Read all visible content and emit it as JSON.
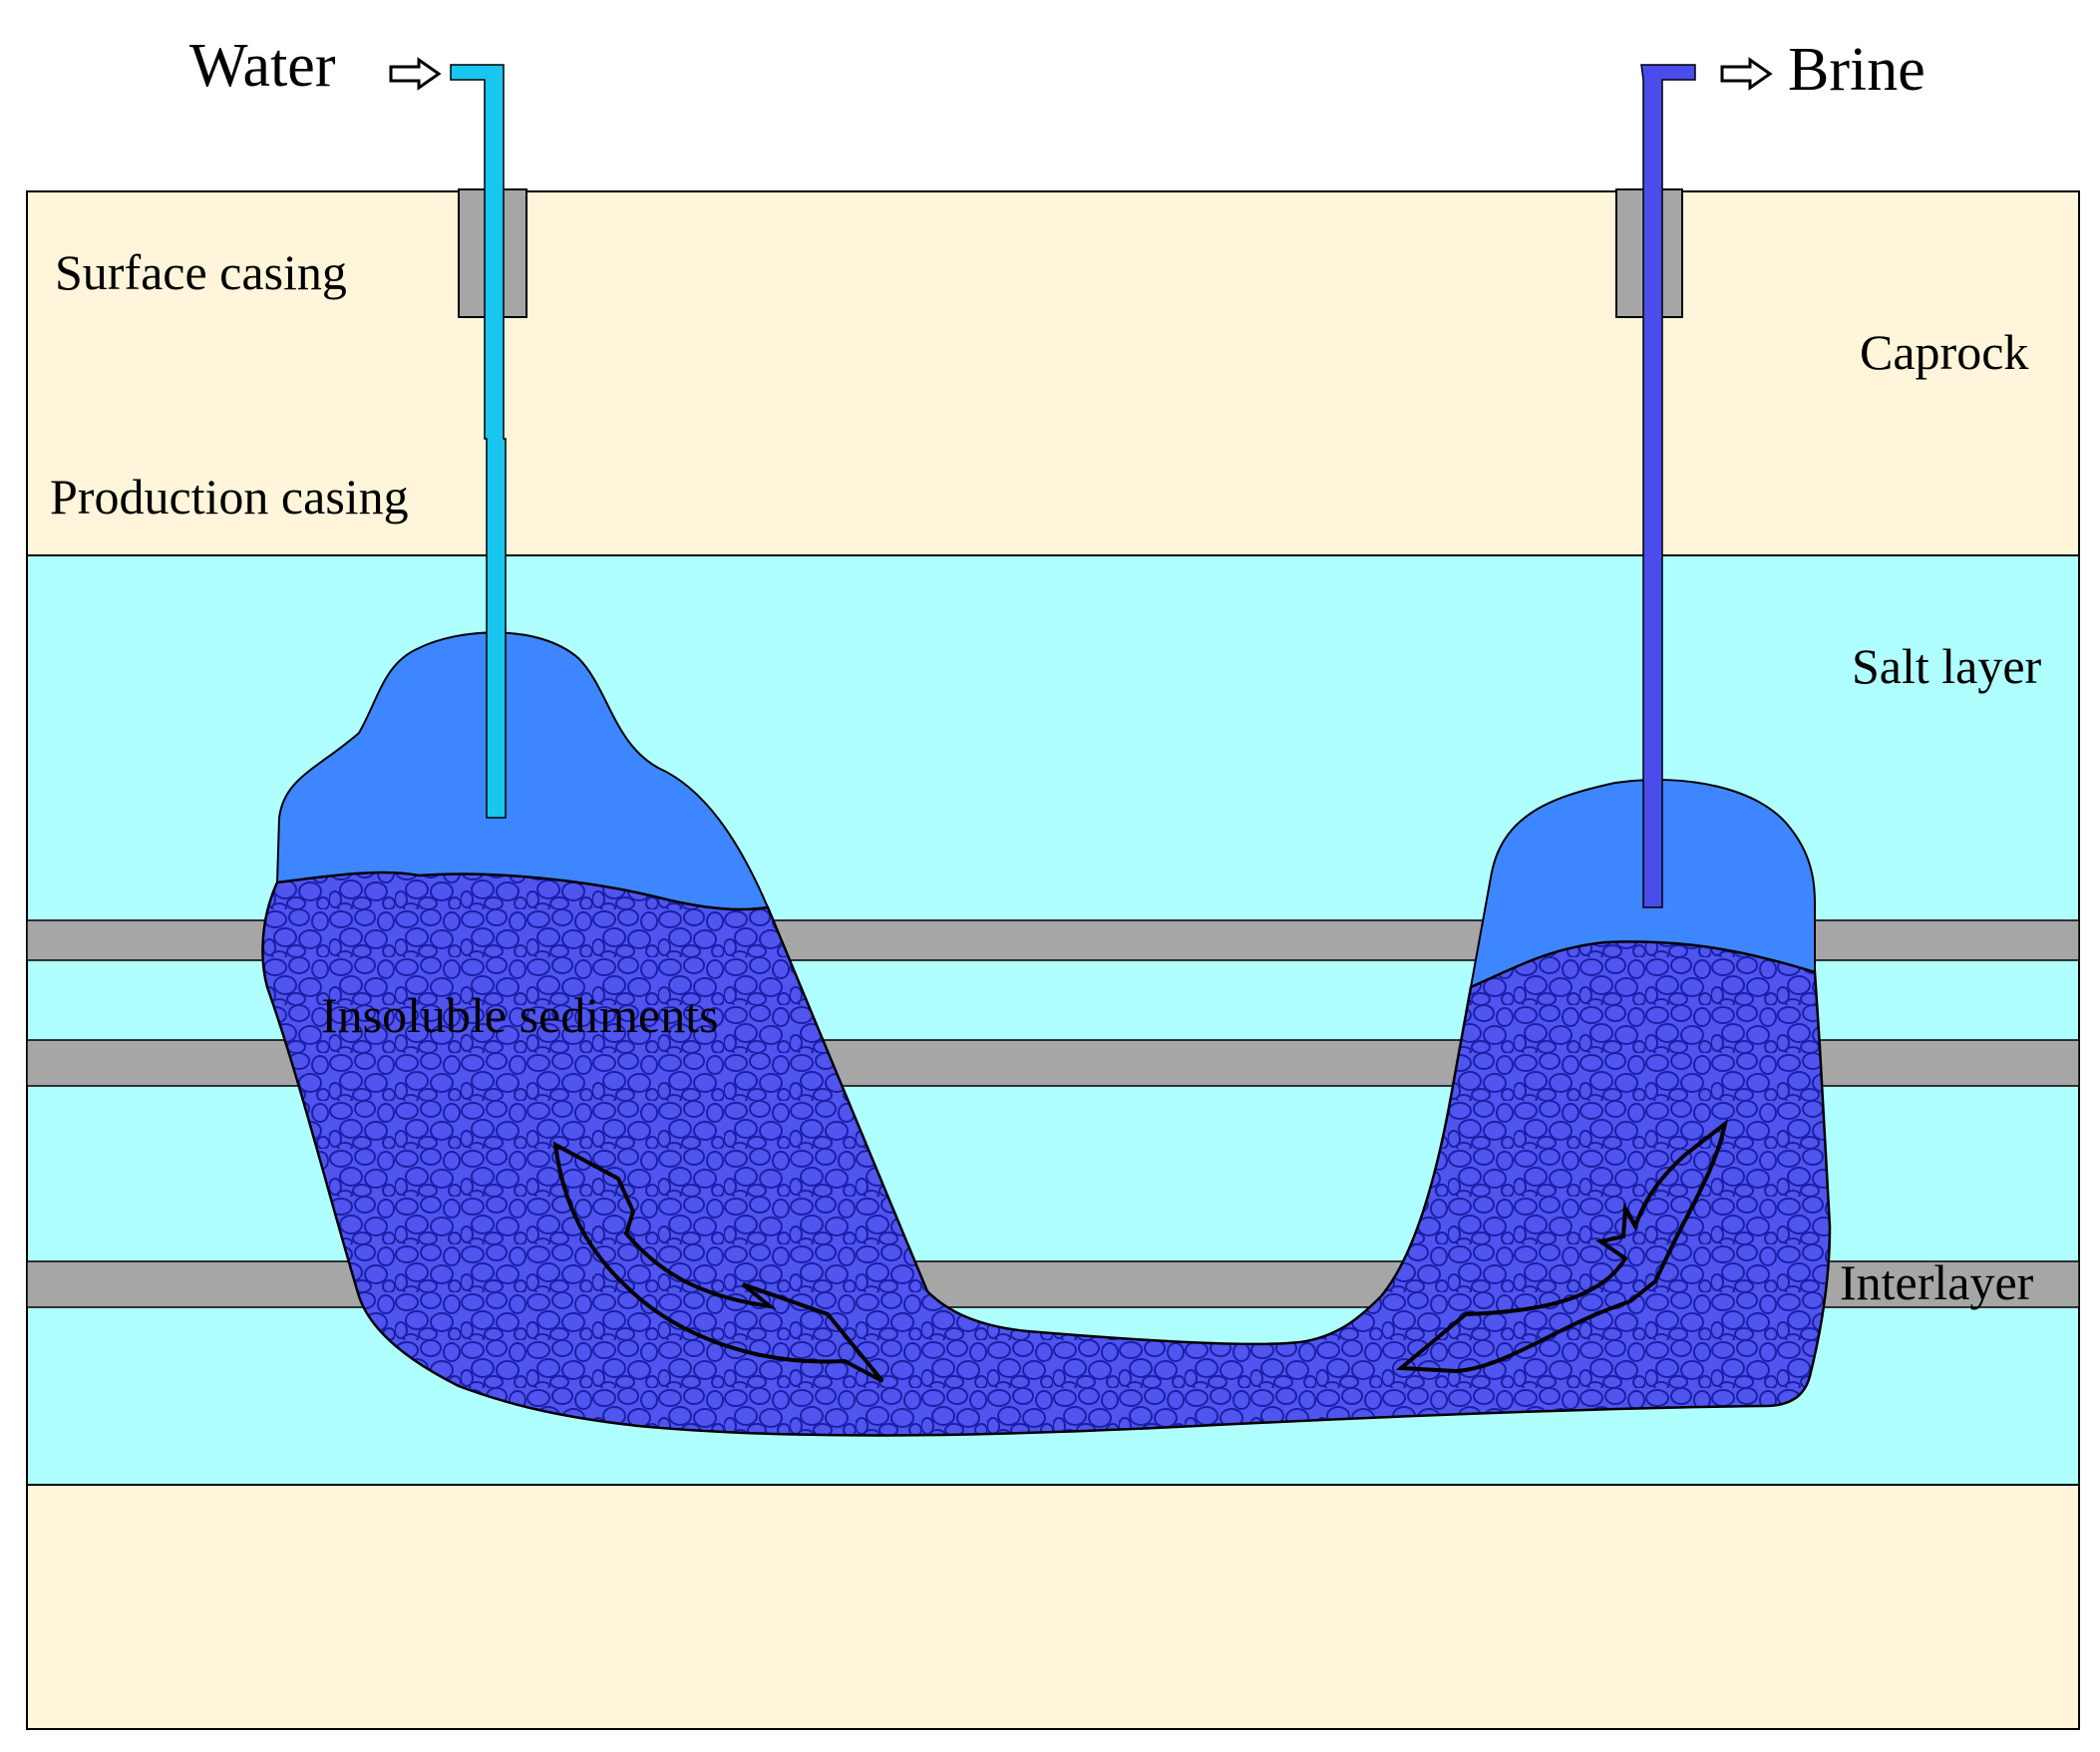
{
  "labels": {
    "water": "Water",
    "brine": "Brine",
    "surface_casing": "Surface casing",
    "production_casing": "Production casing",
    "caprock": "Caprock",
    "salt_layer": "Salt layer",
    "insoluble_sediments": "Insoluble sediments",
    "interlayer": "Interlayer"
  },
  "colors": {
    "caprock": "#FEF5DA",
    "salt_layer": "#B0FFFF",
    "interlayer": "#A6A6A6",
    "casing": "#A6A6A6",
    "water_pipe": "#19C6F0",
    "brine_pipe": "#4A4CEB",
    "cavern_liquid": "#3E86FF",
    "sediments": "#4F55EE",
    "sediment_outline": "#1B1FA8",
    "arrow_outline": "#000000"
  }
}
